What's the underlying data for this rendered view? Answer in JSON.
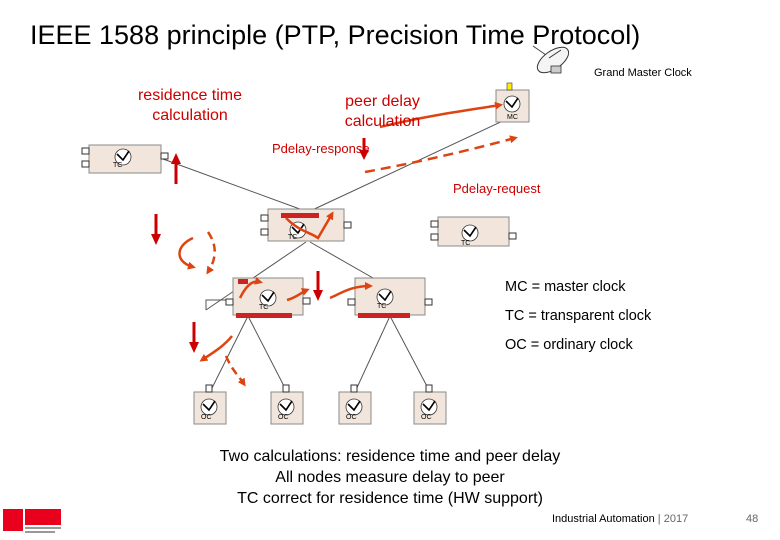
{
  "title": "IEEE 1588 principle (PTP, Precision Time Protocol)",
  "grandmaster": {
    "label": "Grand Master Clock",
    "icon": "satellite-dish-icon"
  },
  "annotations": {
    "residence_time": [
      "residence time",
      "calculation"
    ],
    "peer_delay": [
      "peer delay",
      "calculation"
    ],
    "pdelay_response": "Pdelay-response",
    "pdelay_request": "Pdelay-request"
  },
  "nodes": {
    "master_clock": "MC",
    "transparent_clock": "TC",
    "ordinary_clock": "OC"
  },
  "legend": {
    "mc": "MC = master clock",
    "tc": "TC = transparent clock",
    "oc": "OC = ordinary clock"
  },
  "summary": [
    "Two calculations: residence time and peer delay",
    "All nodes measure delay to peer",
    "TC correct for residence time (HW support)"
  ],
  "footer": {
    "course": "Industrial Automation",
    "separator": "|",
    "year": "2017",
    "page": "48"
  },
  "colors": {
    "accent_red": "#cc0000",
    "arrow_orange": "#dd4411",
    "box_fill": "#f2e6dc",
    "box_border": "#8a8a8a"
  }
}
